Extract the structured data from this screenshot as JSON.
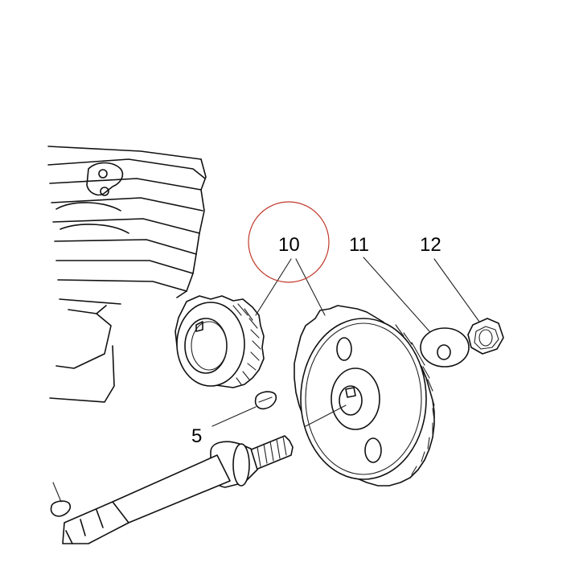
{
  "callouts": {
    "gear_pair": "10",
    "washer": "11",
    "nut": "12",
    "key": "5"
  },
  "colors": {
    "line": "#111111",
    "highlight_circle": "#c0392b",
    "background": "#ffffff"
  }
}
